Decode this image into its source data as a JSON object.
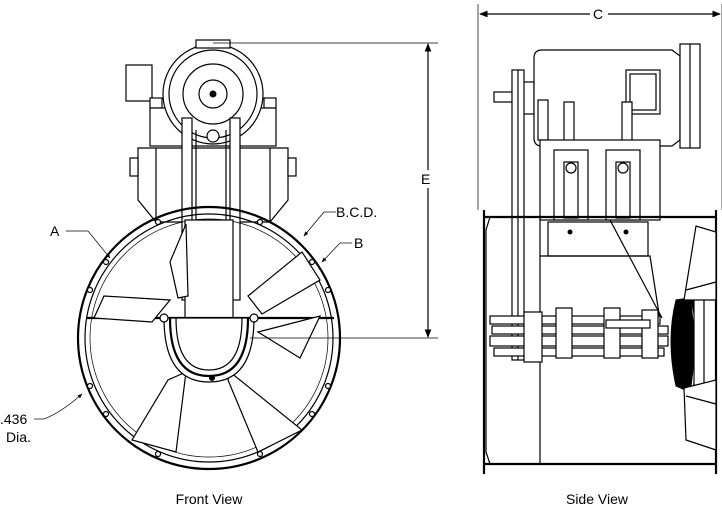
{
  "front_view": {
    "caption": "Front View",
    "labels": {
      "a": "A",
      "b": "B",
      "bcd": "B.C.D.",
      "e": "E",
      "hole_size": ".436",
      "hole_dia": "Dia."
    }
  },
  "side_view": {
    "caption": "Side View",
    "labels": {
      "c": "C"
    }
  }
}
